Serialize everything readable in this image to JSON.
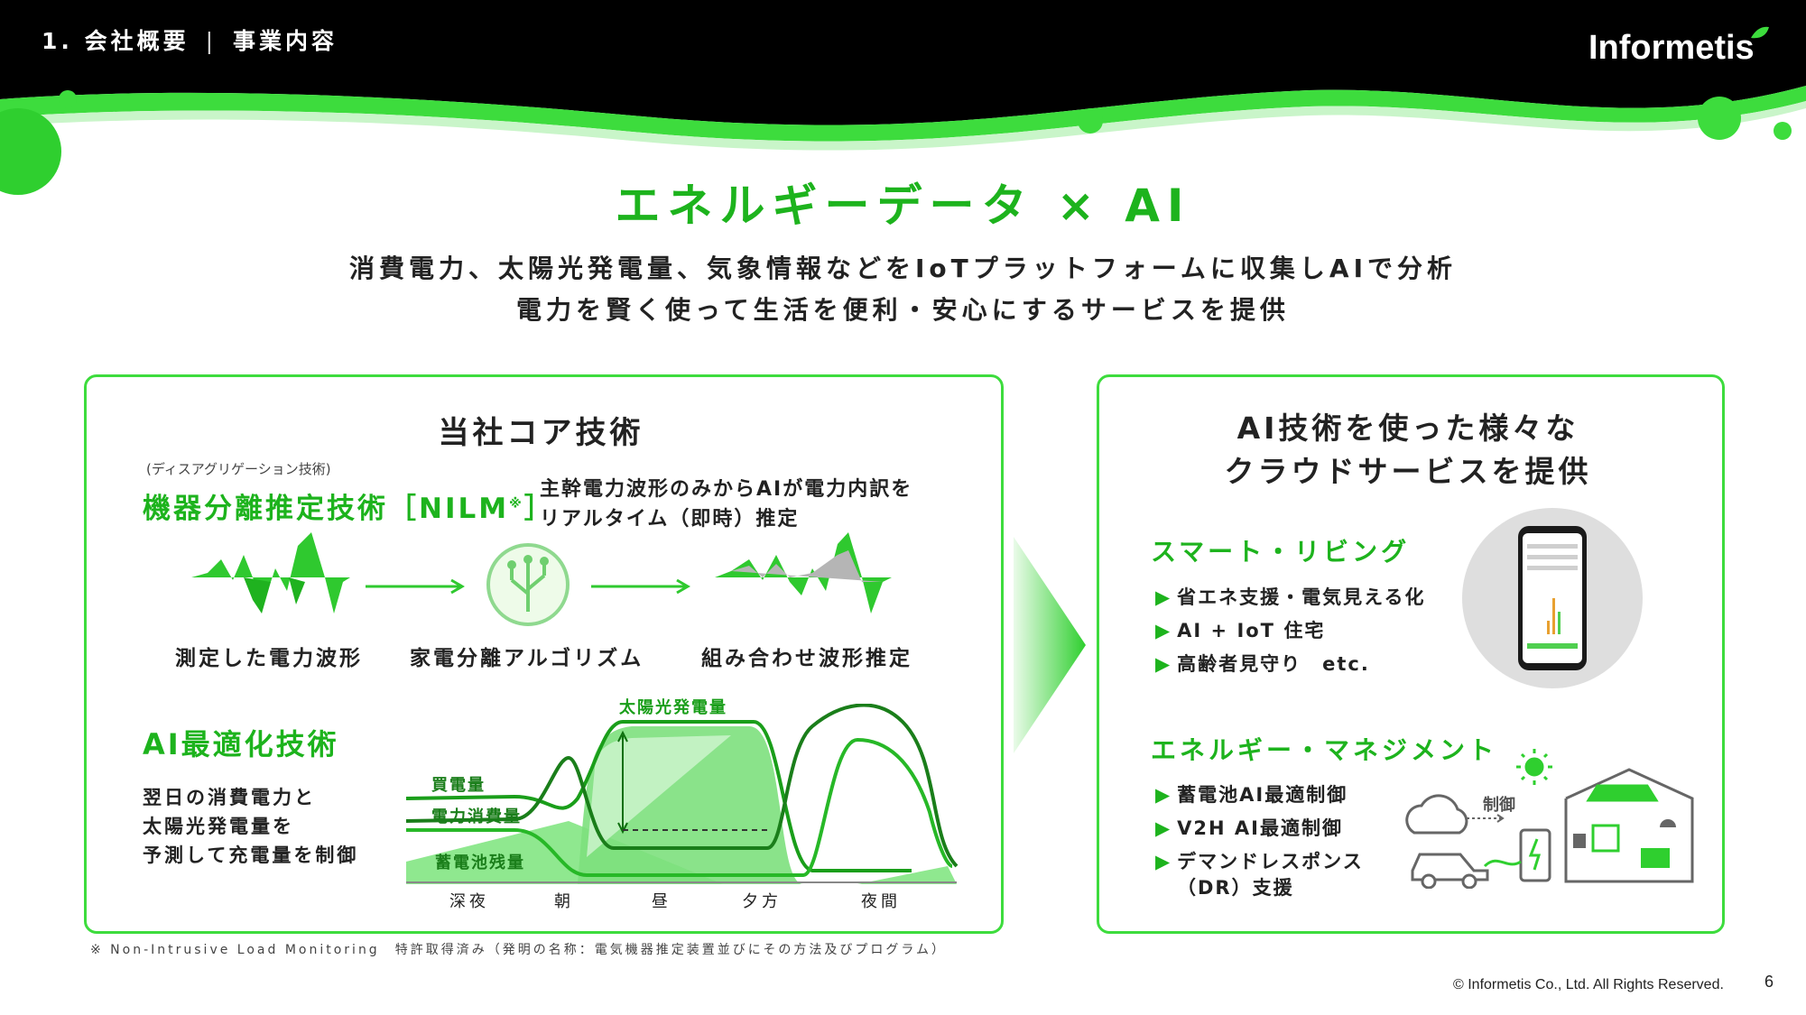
{
  "header": {
    "breadcrumb_section": "1. 会社概要",
    "breadcrumb_sep": "|",
    "breadcrumb_page": "事業内容",
    "logo_text": "Informetis",
    "colors": {
      "accent": "#1db31d",
      "bright": "#3ddc3d",
      "dark": "#000000"
    }
  },
  "title": {
    "main": "エネルギーデータ × AI",
    "line1": "消費電力、太陽光発電量、気象情報などをIoTプラットフォームに収集しAIで分析",
    "line2": "電力を賢く使って生活を便利・安心にするサービスを提供"
  },
  "core": {
    "title": "当社コア技術",
    "nilm_note": "(ディスアグリゲーション技術)",
    "nilm_heading": "機器分離推定技術［NILM",
    "nilm_sup": "※",
    "nilm_close": "］",
    "nilm_desc1": "主幹電力波形のみからAIが電力内訳を",
    "nilm_desc2": "リアルタイム（即時）推定",
    "step1": "測定した電力波形",
    "step2": "家電分離アルゴリズム",
    "step3": "組み合わせ波形推定",
    "ai_heading": "AI最適化技術",
    "ai_desc1": "翌日の消費電力と",
    "ai_desc2": "太陽光発電量を",
    "ai_desc3": "予測して充電量を制御",
    "chart_labels": {
      "solar": "太陽光発電量",
      "buy": "買電量",
      "consumption": "電力消費量",
      "battery": "蓄電池残量"
    },
    "time_labels": [
      "深夜",
      "朝",
      "昼",
      "夕方",
      "夜間"
    ]
  },
  "services": {
    "title1": "AI技術を使った様々な",
    "title2": "クラウドサービスを提供",
    "smart_heading": "スマート・リビング",
    "smart_items": [
      "省エネ支援・電気見える化",
      "AI + IoT 住宅",
      "高齢者見守り　etc."
    ],
    "energy_heading": "エネルギー・マネジメント",
    "energy_items": [
      "蓄電池AI最適制御",
      "V2H AI最適制御",
      "デマンドレスポンス",
      "（DR）支援"
    ],
    "control_label": "制御"
  },
  "footer": {
    "footnote": "※ Non-Intrusive Load Monitoring　特許取得済み（発明の名称：電気機器推定装置並びにその方法及びプログラム）",
    "copyright": "© Informetis Co., Ltd. All Rights Reserved.",
    "page_number": "6"
  }
}
